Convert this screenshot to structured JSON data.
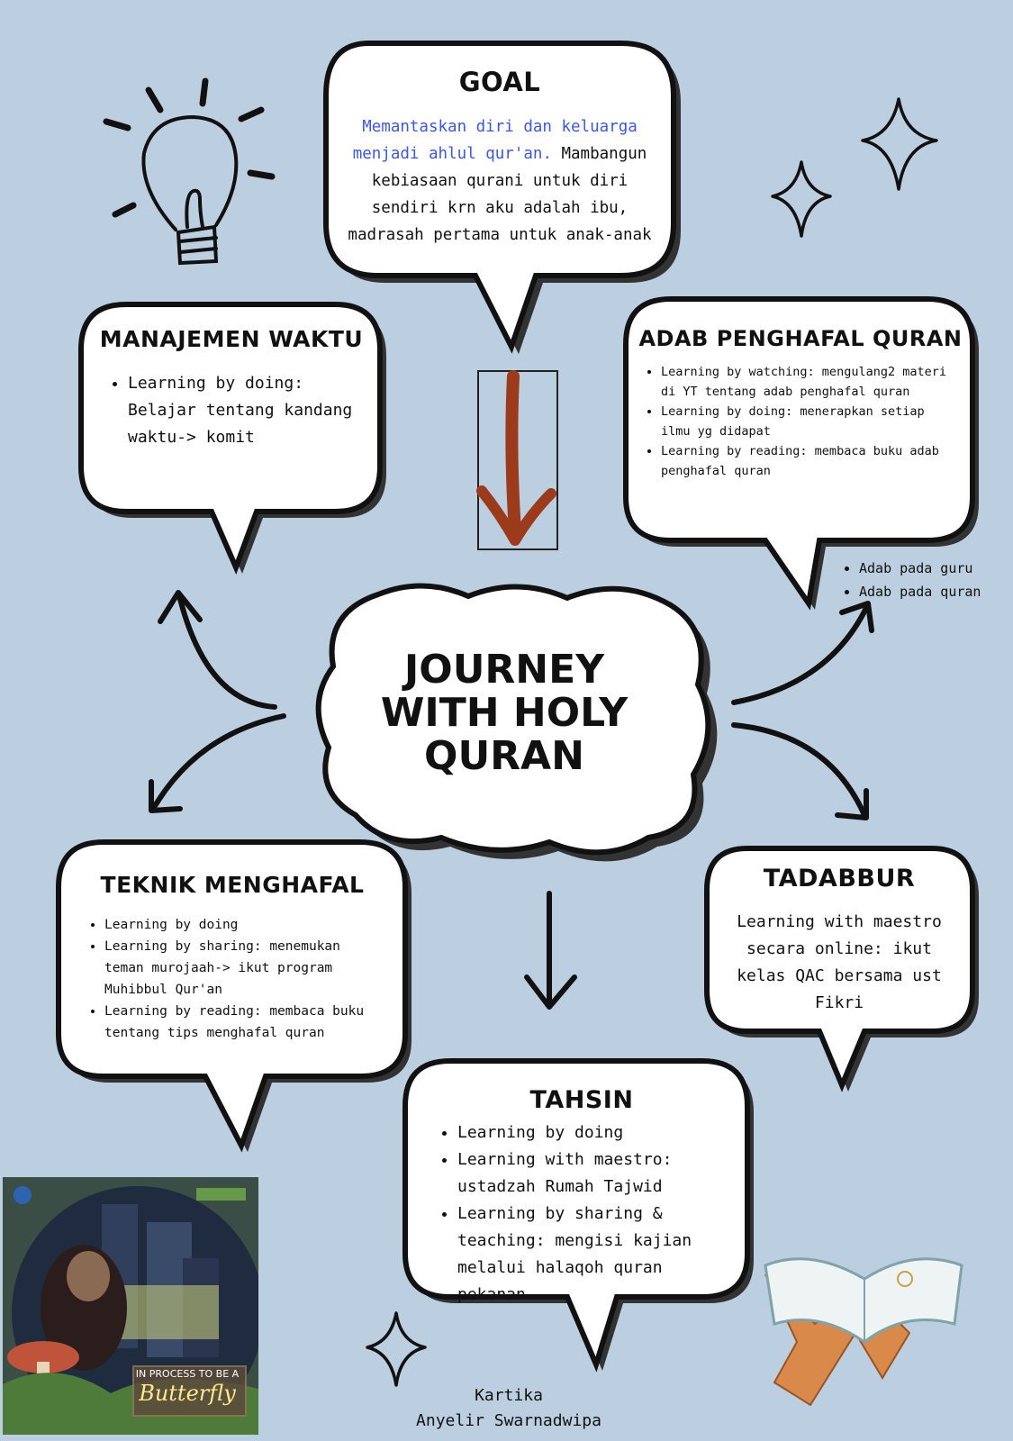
{
  "center": {
    "lines": [
      "JOURNEY",
      "WITH HOLY",
      "QURAN"
    ]
  },
  "goal": {
    "title": "GOAL",
    "highlight": "Memantaskan diri dan keluarga menjadi ahlul qur'an.",
    "body": " Mambangun kebiasaan qurani untuk diri sendiri krn aku adalah ibu, madrasah pertama untuk anak-anak"
  },
  "manajemen": {
    "title": "MANAJEMEN WAKTU",
    "items": [
      "Learning by doing: Belajar tentang kandang waktu-> komit"
    ]
  },
  "adab": {
    "title": "ADAB PENGHAFAL QURAN",
    "items": [
      "Learning by watching: mengulang2 materi di YT tentang adab penghafal quran",
      "Learning by doing: menerapkan setiap ilmu yg didapat",
      "Learning by reading: membaca buku adab penghafal quran"
    ]
  },
  "adab_sub": {
    "items": [
      "Adab pada guru",
      "Adab pada quran"
    ]
  },
  "teknik": {
    "title": "TEKNIK MENGHAFAL",
    "items": [
      "Learning by doing",
      "Learning by sharing: menemukan teman murojaah-> ikut program Muhibbul Qur'an",
      "Learning by reading: membaca buku tentang tips menghafal quran"
    ]
  },
  "tadabbur": {
    "title": "TADABBUR",
    "body": "Learning with maestro secara online: ikut kelas QAC bersama ust Fikri"
  },
  "tahsin": {
    "title": "TAHSIN",
    "items": [
      "Learning by doing",
      "Learning with maestro: ustadzah Rumah Tajwid",
      "Learning by sharing & teaching: mengisi kajian melalui halaqoh quran pekanan"
    ]
  },
  "credit": {
    "line1": "Kartika",
    "line2": "Anyelir Swarnadwipa"
  },
  "photo": {
    "caption": "IN PROCESS TO BE A",
    "script": "Butterfly"
  },
  "colors": {
    "background": "#bccfe0",
    "highlight": "#3b57e8",
    "arrow": "#9c3a1c"
  }
}
